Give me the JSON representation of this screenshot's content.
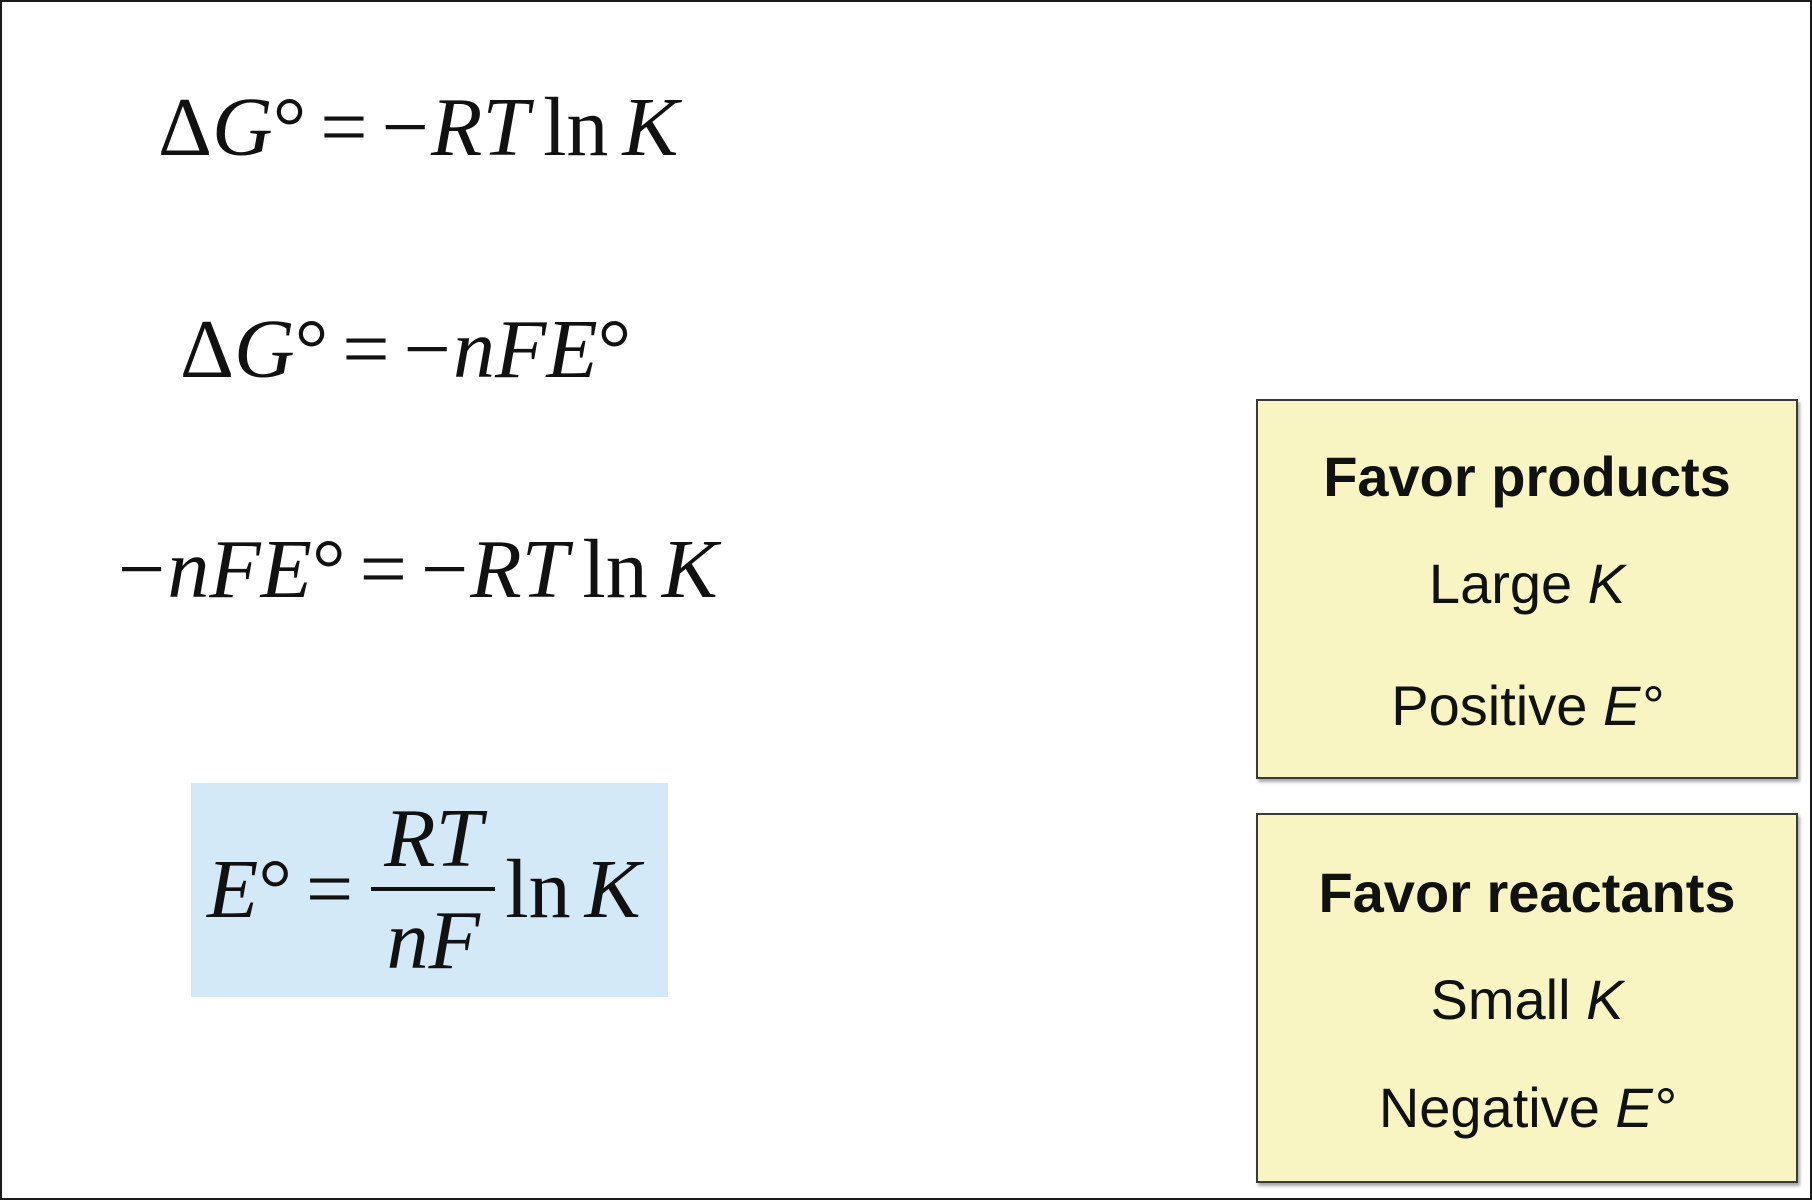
{
  "equations": {
    "eq1": {
      "delta": "Δ",
      "g": "G",
      "deg": "°",
      "eq": "=",
      "minus": "−",
      "rt": "RT",
      "ln": "ln",
      "k": "K"
    },
    "eq2": {
      "delta": "Δ",
      "g": "G",
      "deg": "°",
      "eq": "=",
      "minus": "−",
      "nfe": "nFE",
      "deg2": "°"
    },
    "eq3": {
      "minus": "−",
      "nfe": "nFE",
      "deg": "°",
      "eq": "=",
      "minus2": "−",
      "rt": "RT",
      "ln": "ln",
      "k": "K"
    },
    "eq4": {
      "e": "E",
      "deg": "°",
      "eq": "=",
      "numerator": "RT",
      "denominator": "nF",
      "ln": "ln",
      "k": "K"
    }
  },
  "highlight_color": "#d4e9f8",
  "box_color": "#f8f5c2",
  "box_products": {
    "title": "Favor products",
    "line1_text": "Large ",
    "line1_var": "K",
    "line2_text": "Positive ",
    "line2_var": "E°"
  },
  "box_reactants": {
    "title": "Favor reactants",
    "line1_text": "Small ",
    "line1_var": "K",
    "line2_text": "Negative ",
    "line2_var": "E°"
  }
}
